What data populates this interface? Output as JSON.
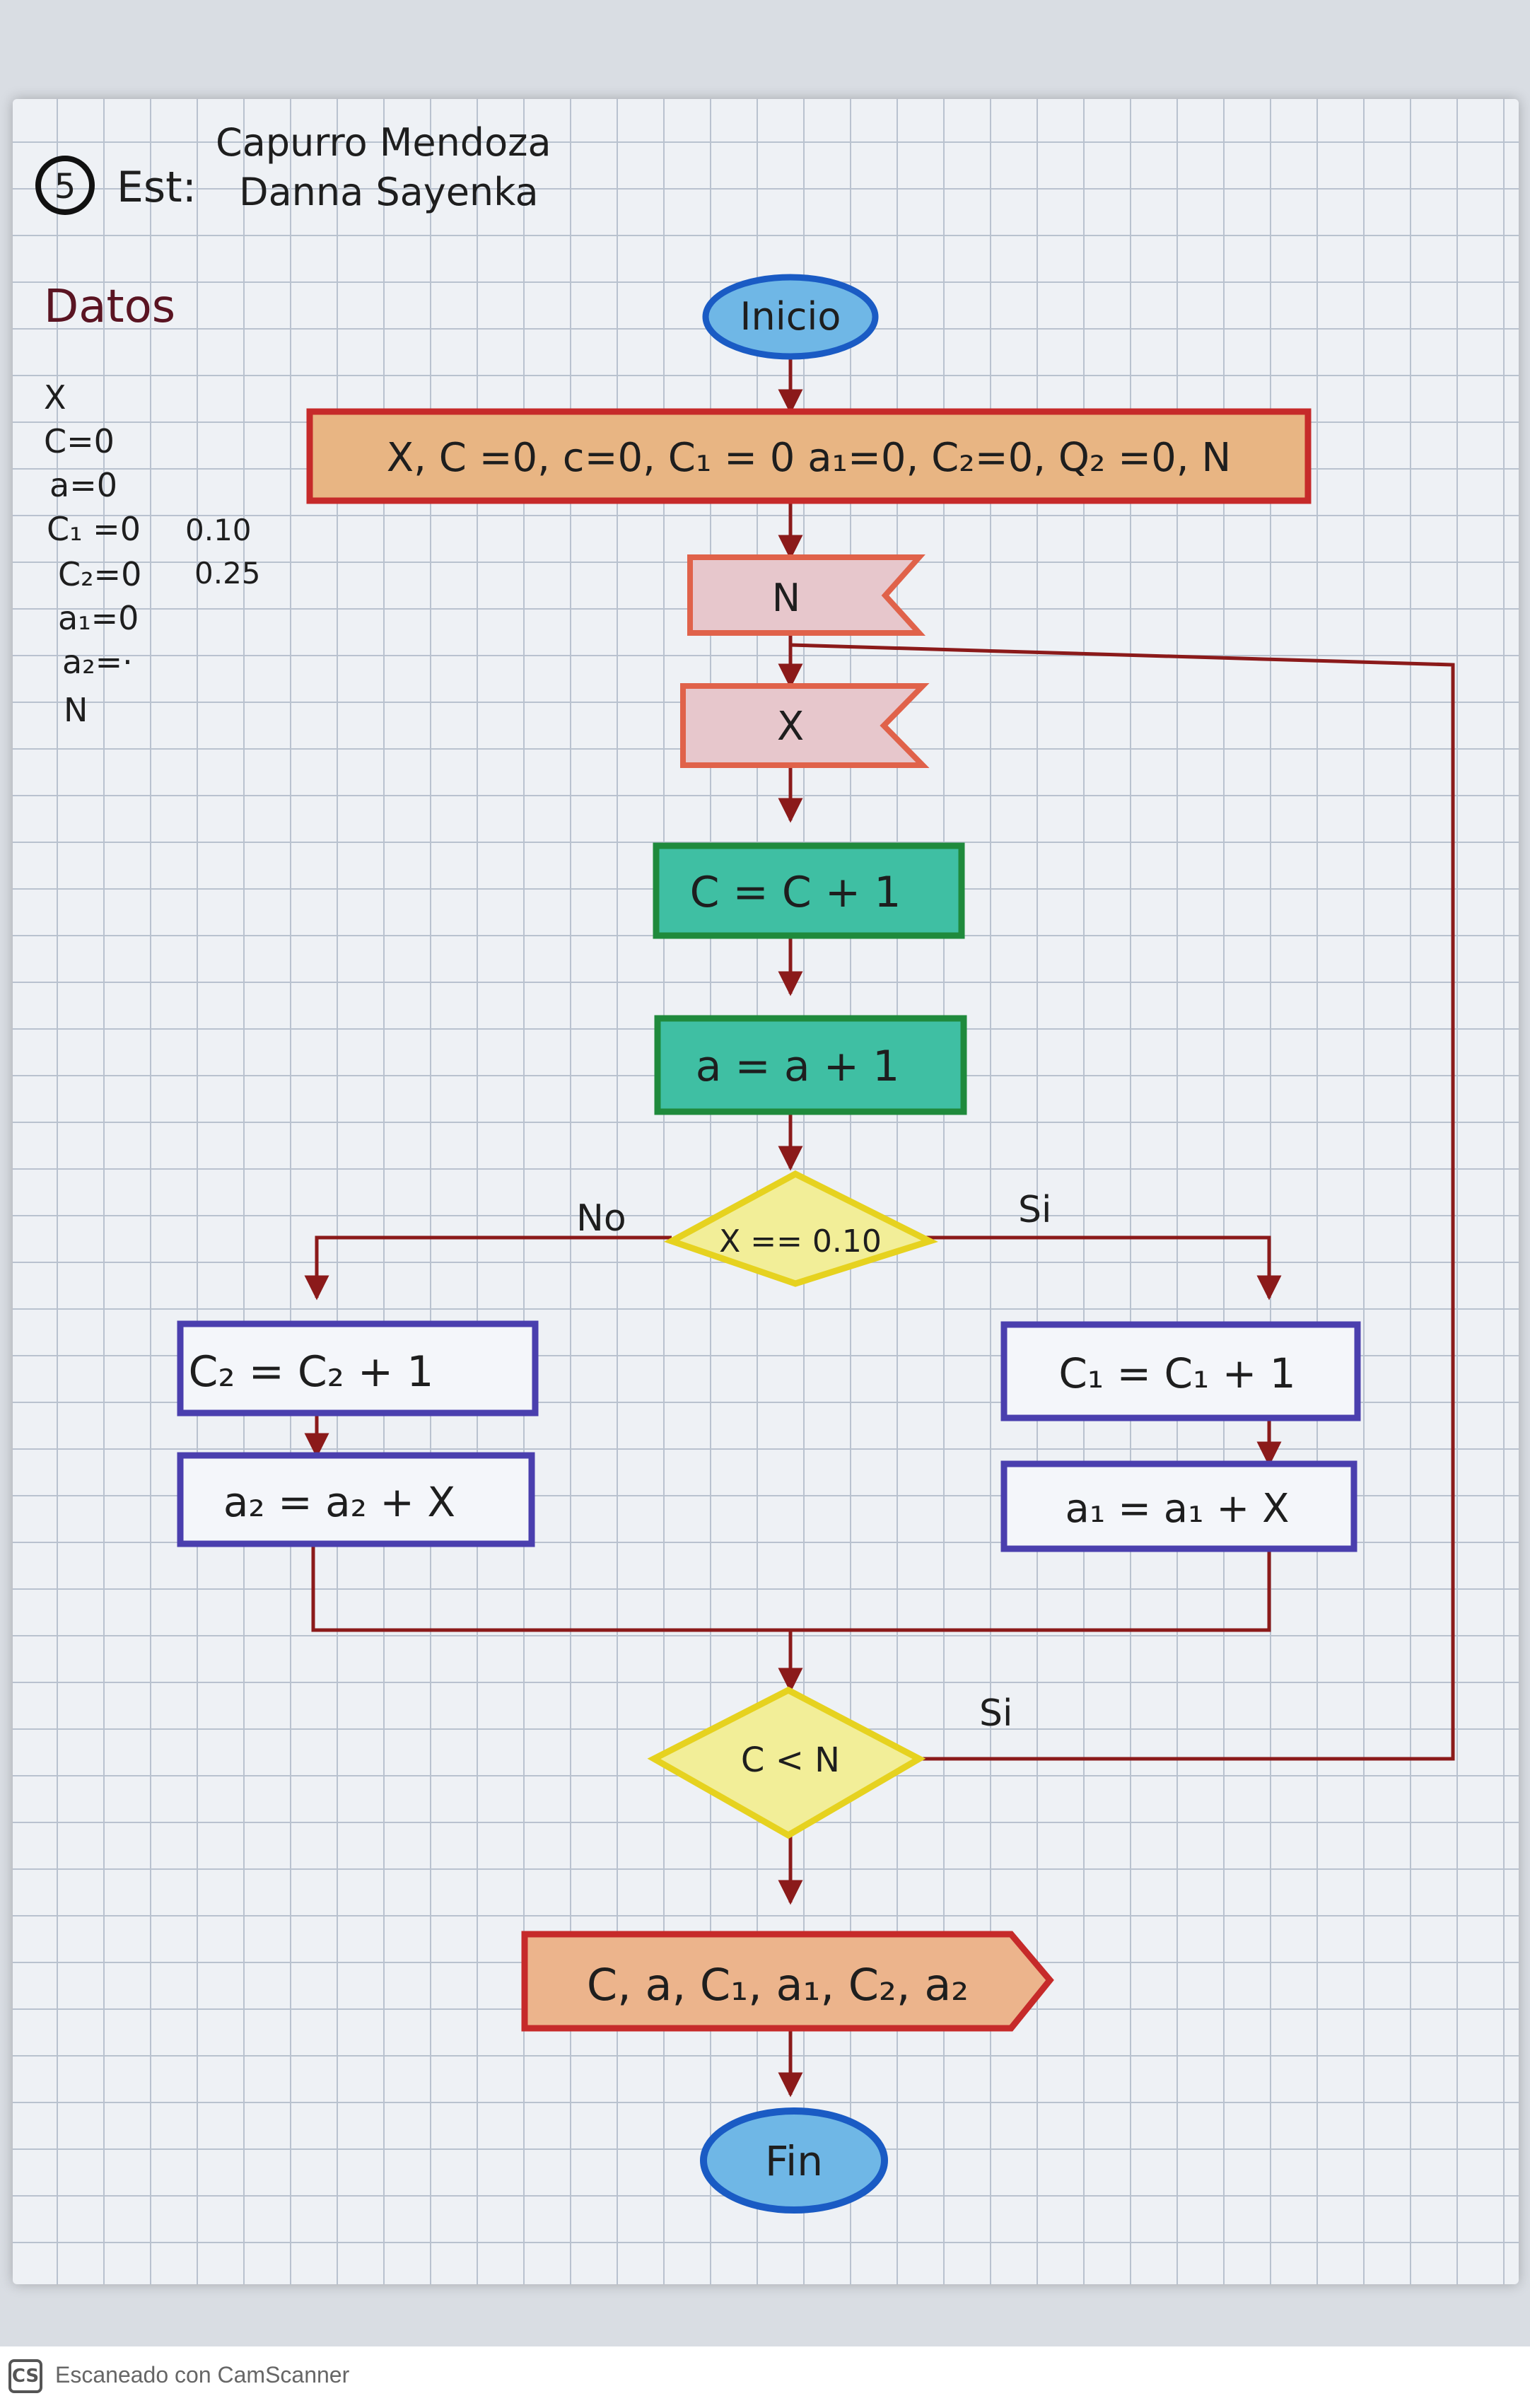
{
  "header": {
    "number": "5",
    "est_label": "Est:",
    "surname": "Capurro Mendoza",
    "given_name": "Danna Sayenka"
  },
  "datos": {
    "title": "Datos",
    "items": [
      "X",
      "C=0",
      "a=0",
      "C₁ =0",
      "C₂=0",
      "a₁=0",
      "a₂=·",
      "N"
    ],
    "notes": [
      "0.10",
      "0.25"
    ]
  },
  "flowchart": {
    "start": "Inicio",
    "init": "X, C =0, c=0, C₁ = 0 a₁=0,  C₂=0,  Q₂ =0,  N",
    "input_n": "N",
    "input_x": "X",
    "proc_c": "C = C + 1",
    "proc_a": "a = a + 1",
    "decision1": "X == 0.10",
    "label_no": "No",
    "label_si": "Si",
    "left_1": "C₂ = C₂ + 1",
    "left_2": "a₂ = a₂ + X",
    "right_1": "C₁ = C₁ + 1",
    "right_2": "a₁ = a₁ + X",
    "decision2": "C < N",
    "loop_si": "Si",
    "output": "C, a, C₁, a₁, C₂, a₂",
    "end": "Fin"
  },
  "footer": {
    "logo": "CS",
    "text": "Escaneado con CamScanner"
  },
  "colors": {
    "arrow": "#8b1a1a",
    "init_fill": "#e8b583",
    "init_stroke": "#c62a2a",
    "io_fill": "#e7c7cc",
    "io_stroke": "#e0624a",
    "teal_fill": "#3fbfa3",
    "teal_stroke": "#1f8a3c",
    "decision_fill": "#f2ee98",
    "decision_stroke": "#e6d21f",
    "blue_box_stroke": "#4a3fae",
    "terminal_fill": "#6fb7e6",
    "terminal_stroke": "#1a5bc4",
    "output_fill": "#ecb48c"
  }
}
